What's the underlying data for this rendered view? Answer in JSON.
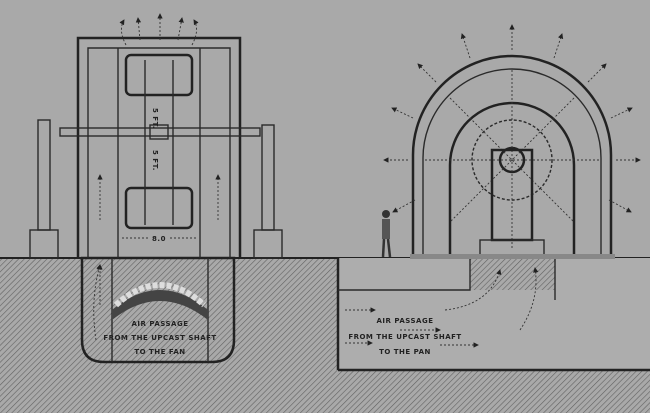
{
  "left_figure": {
    "dimension_width": "8.0",
    "dimension_upper": "5 FT.",
    "dimension_lower": "5 FT.",
    "passage_label": [
      "AIR PASSAGE",
      "FROM THE UPCAST SHAFT",
      "TO THE FAN"
    ]
  },
  "right_figure": {
    "passage_label": [
      "AIR PASSAGE",
      "FROM THE UPCAST SHAFT",
      "TO THE PAN"
    ]
  },
  "colors": {
    "paper": "#a9a9a9",
    "ink": "#222222"
  }
}
